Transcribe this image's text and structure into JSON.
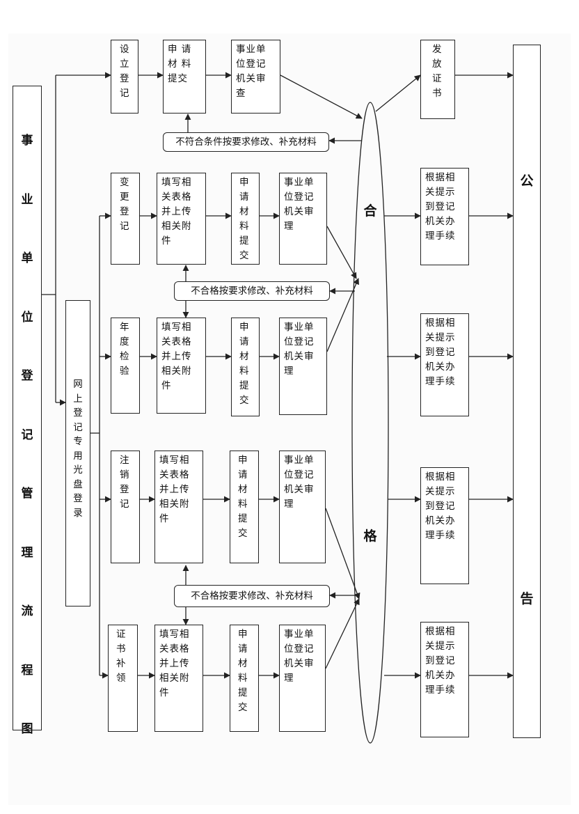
{
  "title_vertical": "事\n业\n单\n位\n登\n记\n管\n理\n流\n程\n图",
  "online_login": "网\n上\n登\n记\n专\n用\n光\n盘\n登\n录",
  "gonggao": {
    "top": "公",
    "bottom": "告"
  },
  "hege": {
    "top": "合",
    "bottom": "格"
  },
  "setup": {
    "label": "设\n立\n登\n记",
    "submit": "申 请\n材 料\n提交",
    "review": "事业单\n位登记\n机关审\n查",
    "issue": "发\n放\n证\n书",
    "feedback": "不符合条件按要求修改、补充材料"
  },
  "rows": [
    {
      "label": "变\n更\n登\n记",
      "fill": "填写相\n关表格\n并上传\n相关附\n件",
      "apply": "申\n请\n材\n料\n提\n交",
      "review": "事业单\n位登记\n机关审\n理",
      "result": "根据相\n关提示\n到登记\n机关办\n理手续"
    },
    {
      "label": "年\n度\n检\n验",
      "fill": "填写相\n关表格\n并上传\n相关附\n件",
      "apply": "申\n请\n材\n料\n提\n交",
      "review": "事业单\n位登记\n机关审\n理",
      "result": "根据相\n关提示\n到登记\n机关办\n理手续"
    },
    {
      "label": "注\n销\n登\n记",
      "fill": "填写相\n关表格\n并上传\n相关附\n件",
      "apply": "申\n请\n材\n料\n提\n交",
      "review": "事业单\n位登记\n机关审\n理",
      "result": "根据相\n关提示\n到登记\n机关办\n理手续"
    },
    {
      "label": "证\n书\n补\n领",
      "fill": "填写相\n关表格\n并上传\n相关附\n件",
      "apply": "申\n请\n材\n料\n提\n交",
      "review": "事业单\n位登记\n机关审\n理",
      "result": "根据相\n关提示\n到登记\n机关办\n理手续"
    }
  ],
  "feedback_mid": "不合格按要求修改、补充材料",
  "feedback_low": "不合格按要求修改、补充材料"
}
